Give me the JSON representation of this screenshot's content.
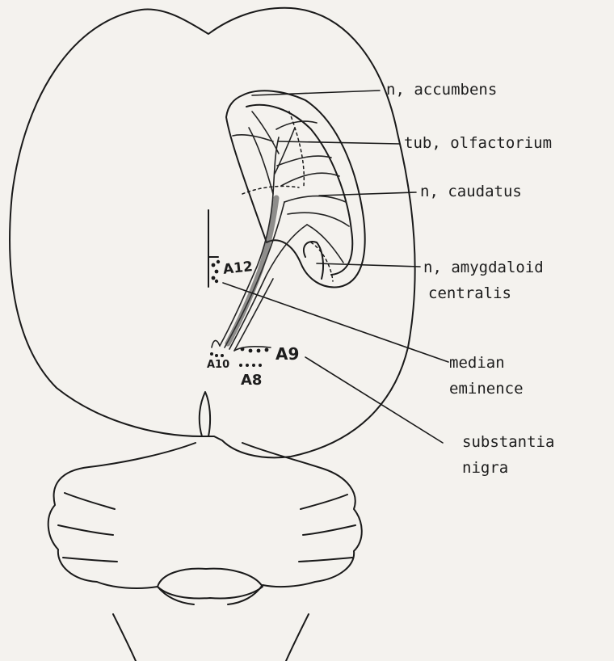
{
  "labels": {
    "accumbens": "n, accumbens",
    "olfactorium": "tub, olfactorium",
    "caudatus": "n, caudatus",
    "amygdaloid_line1": "n, amygdaloid",
    "amygdaloid_line2": "centralis",
    "median_line1": "median",
    "median_line2": "eminence",
    "nigra_line1": "substantia",
    "nigra_line2": "nigra"
  },
  "cell_groups": {
    "a12": "A12",
    "a9": "A9",
    "a10": "A10",
    "a8": "A8"
  }
}
